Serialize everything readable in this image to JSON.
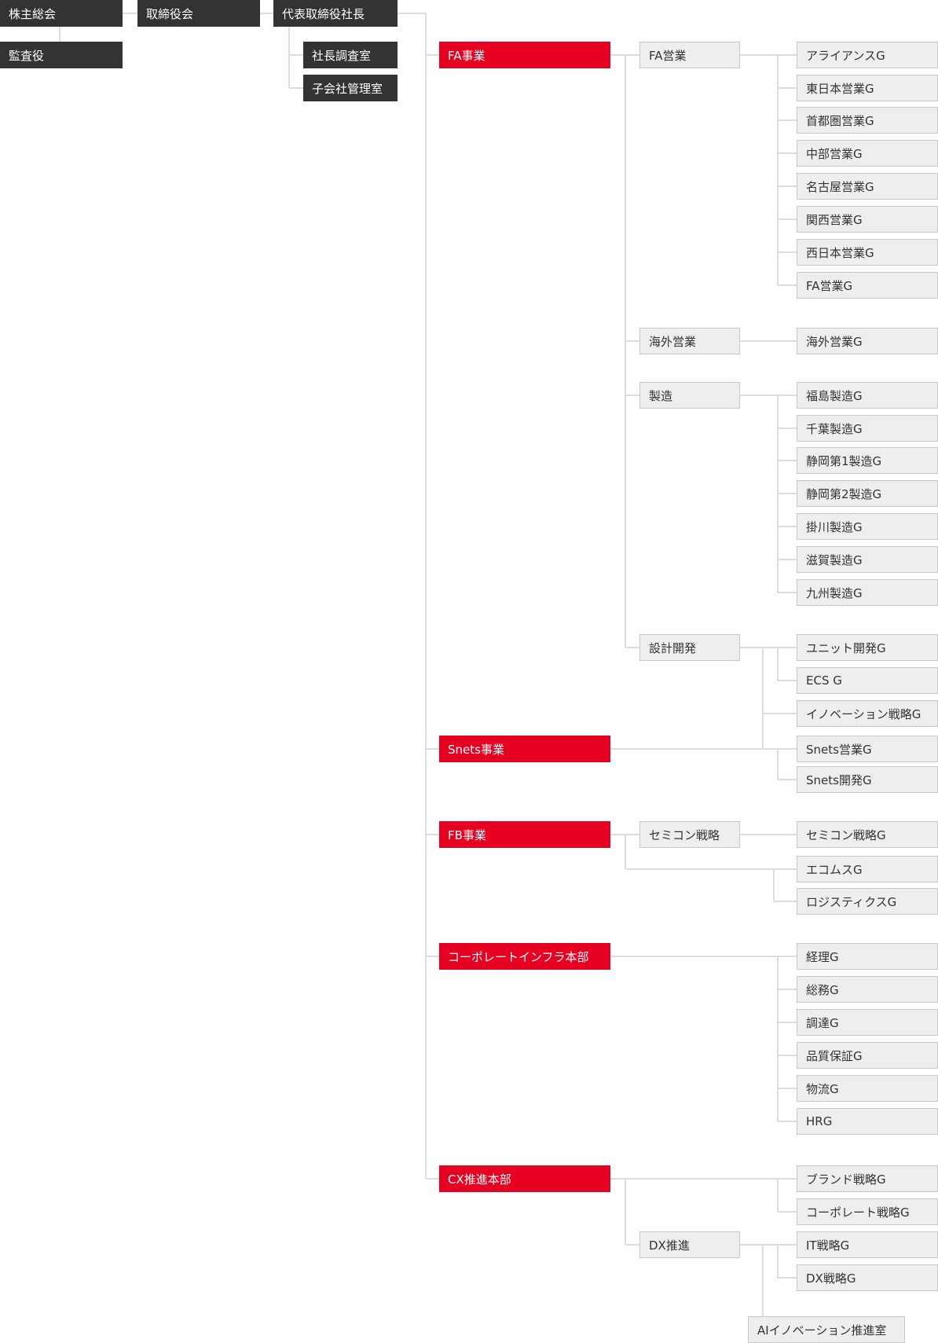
{
  "colors": {
    "dark_box": "#333333",
    "division_box": "#e60021",
    "dept_box": "#eeeeee",
    "connector": "#dddddd"
  },
  "top": {
    "shareholders": "株主総会",
    "auditor": "監査役",
    "board": "取締役会",
    "president": "代表取締役社長",
    "president_research": "社長調査室",
    "subsidiary_management": "子会社管理室"
  },
  "divisions": {
    "fa": "FA事業",
    "snets": "Snets事業",
    "fb": "FB事業",
    "corporate_infra": "コーポレートインフラ本部",
    "cx": "CX推進本部"
  },
  "departments": {
    "fa_sales": "FA営業",
    "overseas_sales": "海外営業",
    "manufacturing": "製造",
    "design_dev": "設計開発",
    "semicon_strategy": "セミコン戦略",
    "dx": "DX推進"
  },
  "groups": {
    "alliance": "アライアンスG",
    "east_japan_sales": "東日本営業G",
    "metro_sales": "首都圏営業G",
    "chubu_sales": "中部営業G",
    "nagoya_sales": "名古屋営業G",
    "kansai_sales": "関西営業G",
    "west_japan_sales": "西日本営業G",
    "fa_sales_g": "FA営業G",
    "overseas_sales_g": "海外営業G",
    "fukushima_mfg": "福島製造G",
    "chiba_mfg": "千葉製造G",
    "shizuoka1_mfg": "静岡第1製造G",
    "shizuoka2_mfg": "静岡第2製造G",
    "kakegawa_mfg": "掛川製造G",
    "shiga_mfg": "滋賀製造G",
    "kyushu_mfg": "九州製造G",
    "unit_dev": "ユニット開発G",
    "ecs": "ECS G",
    "innovation_strategy": "イノベーション戦略G",
    "snets_sales": "Snets営業G",
    "snets_dev": "Snets開発G",
    "semicon_strategy_g": "セミコン戦略G",
    "ecommerce": "エコムスG",
    "logistics": "ロジスティクスG",
    "accounting": "経理G",
    "general_affairs": "総務G",
    "procurement": "調達G",
    "quality_assurance": "品質保証G",
    "distribution": "物流G",
    "hr": "HRG",
    "brand_strategy": "ブランド戦略G",
    "corporate_strategy": "コーポレート戦略G",
    "it_strategy": "IT戦略G",
    "dx_strategy": "DX戦略G",
    "ai_innovation": "AIイノベーション推進室"
  }
}
